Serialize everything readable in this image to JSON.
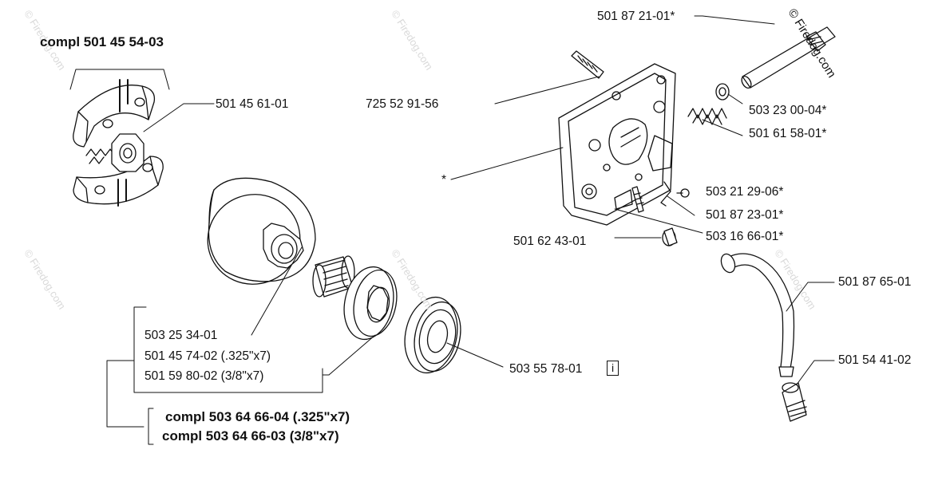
{
  "watermark": "© Firedog.com",
  "kit_labels": {
    "clutch_kit": "compl 501 45 54-03",
    "drum_kit_325": "compl 503 64 66-04 (.325\"x7)",
    "drum_kit_38": "compl 503 64 66-03 (3/8\"x7)"
  },
  "part_labels": {
    "clutch_shoe": "501 45 61-01",
    "screw": "725 52 91-56",
    "pump_shaft": "501 87 21-01*",
    "washer": "503 23 00-04*",
    "spring": "501 61 58-01*",
    "pump_housing": "*",
    "screw_small": "503 21 29-06*",
    "clip": "501 87 23-01*",
    "adjust_screw": "503 16 66-01*",
    "bushing": "501 62 43-01",
    "oil_hose": "501 87 65-01",
    "oil_filter": "501 54 41-02",
    "needle_bearing": "503 25 34-01",
    "rim_sprocket_325": "501 45 74-02 (.325\"x7)",
    "rim_sprocket_38": "501 59 80-02 (3/8\"x7)",
    "rim_sprocket_hub": "503 55 78-01",
    "info_symbol": "i"
  }
}
